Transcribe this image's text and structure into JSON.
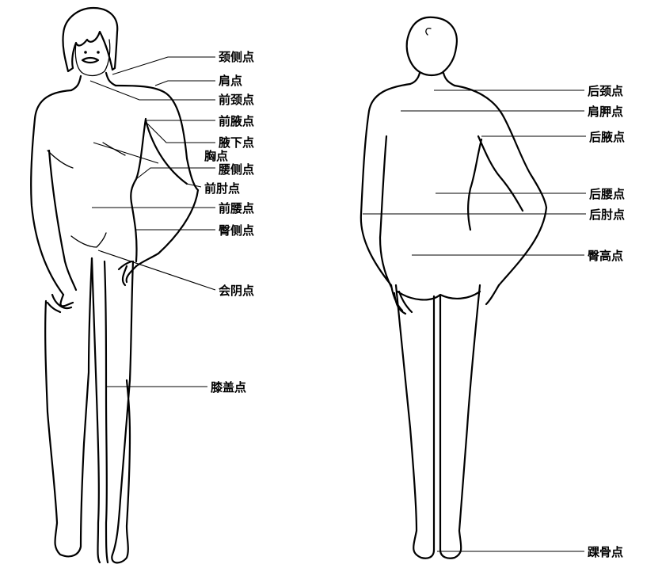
{
  "diagram": {
    "front_labels": [
      {
        "id": "neck-side-point",
        "text": "颈侧点"
      },
      {
        "id": "shoulder-point",
        "text": "肩点"
      },
      {
        "id": "front-neck-point",
        "text": "前颈点"
      },
      {
        "id": "front-armpit-point",
        "text": "前腋点"
      },
      {
        "id": "underarm-point",
        "text": "腋下点"
      },
      {
        "id": "bust-point",
        "text": "胸点"
      },
      {
        "id": "waist-side-point",
        "text": "腰侧点"
      },
      {
        "id": "front-elbow-point",
        "text": "前肘点"
      },
      {
        "id": "front-waist-point",
        "text": "前腰点"
      },
      {
        "id": "hip-side-point",
        "text": "臀侧点"
      },
      {
        "id": "crotch-point",
        "text": "会阴点"
      },
      {
        "id": "knee-point",
        "text": "膝盖点"
      }
    ],
    "back_labels": [
      {
        "id": "back-neck-point",
        "text": "后颈点"
      },
      {
        "id": "scapula-point",
        "text": "肩胛点"
      },
      {
        "id": "back-armpit-point",
        "text": "后腋点"
      },
      {
        "id": "back-waist-point",
        "text": "后腰点"
      },
      {
        "id": "back-elbow-point",
        "text": "后肘点"
      },
      {
        "id": "hip-height-point",
        "text": "臀高点"
      },
      {
        "id": "ankle-point",
        "text": "踝骨点"
      }
    ]
  }
}
